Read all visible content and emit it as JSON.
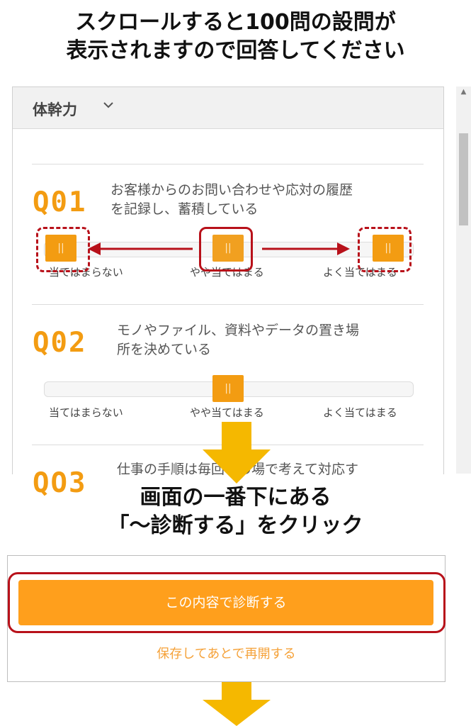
{
  "instructions": {
    "top_line1": "スクロールすると100問の設問が",
    "top_line2": "表示されますので回答してください",
    "mid_line1": "画面の一番下にある",
    "mid_line2": "「～診断する」をクリック"
  },
  "section": {
    "title": "体幹力",
    "toggle_icon": "chevron-down-icon"
  },
  "scale_labels": {
    "low": "当てはまらない",
    "mid": "やや当てはまる",
    "high": "よく当てはまる"
  },
  "questions": [
    {
      "number": "Q01",
      "text_line1": "お客様からのお問い合わせや応対の履歴",
      "text_line2": "を記録し、蓄積している",
      "value": 0.5
    },
    {
      "number": "Q02",
      "text_line1": "モノやファイル、資料やデータの置き場",
      "text_line2": "所を決めている",
      "value": 0.5
    },
    {
      "number": "Q03",
      "text_line1": "仕事の手順は毎回その場で考えて対応す"
    }
  ],
  "actions": {
    "submit_label": "この内容で診断する",
    "save_label": "保存してあとで再開する"
  },
  "colors": {
    "accent": "#f39c12",
    "button": "#ff9f1c",
    "highlight": "#b8111a",
    "arrow": "#f5b800"
  }
}
